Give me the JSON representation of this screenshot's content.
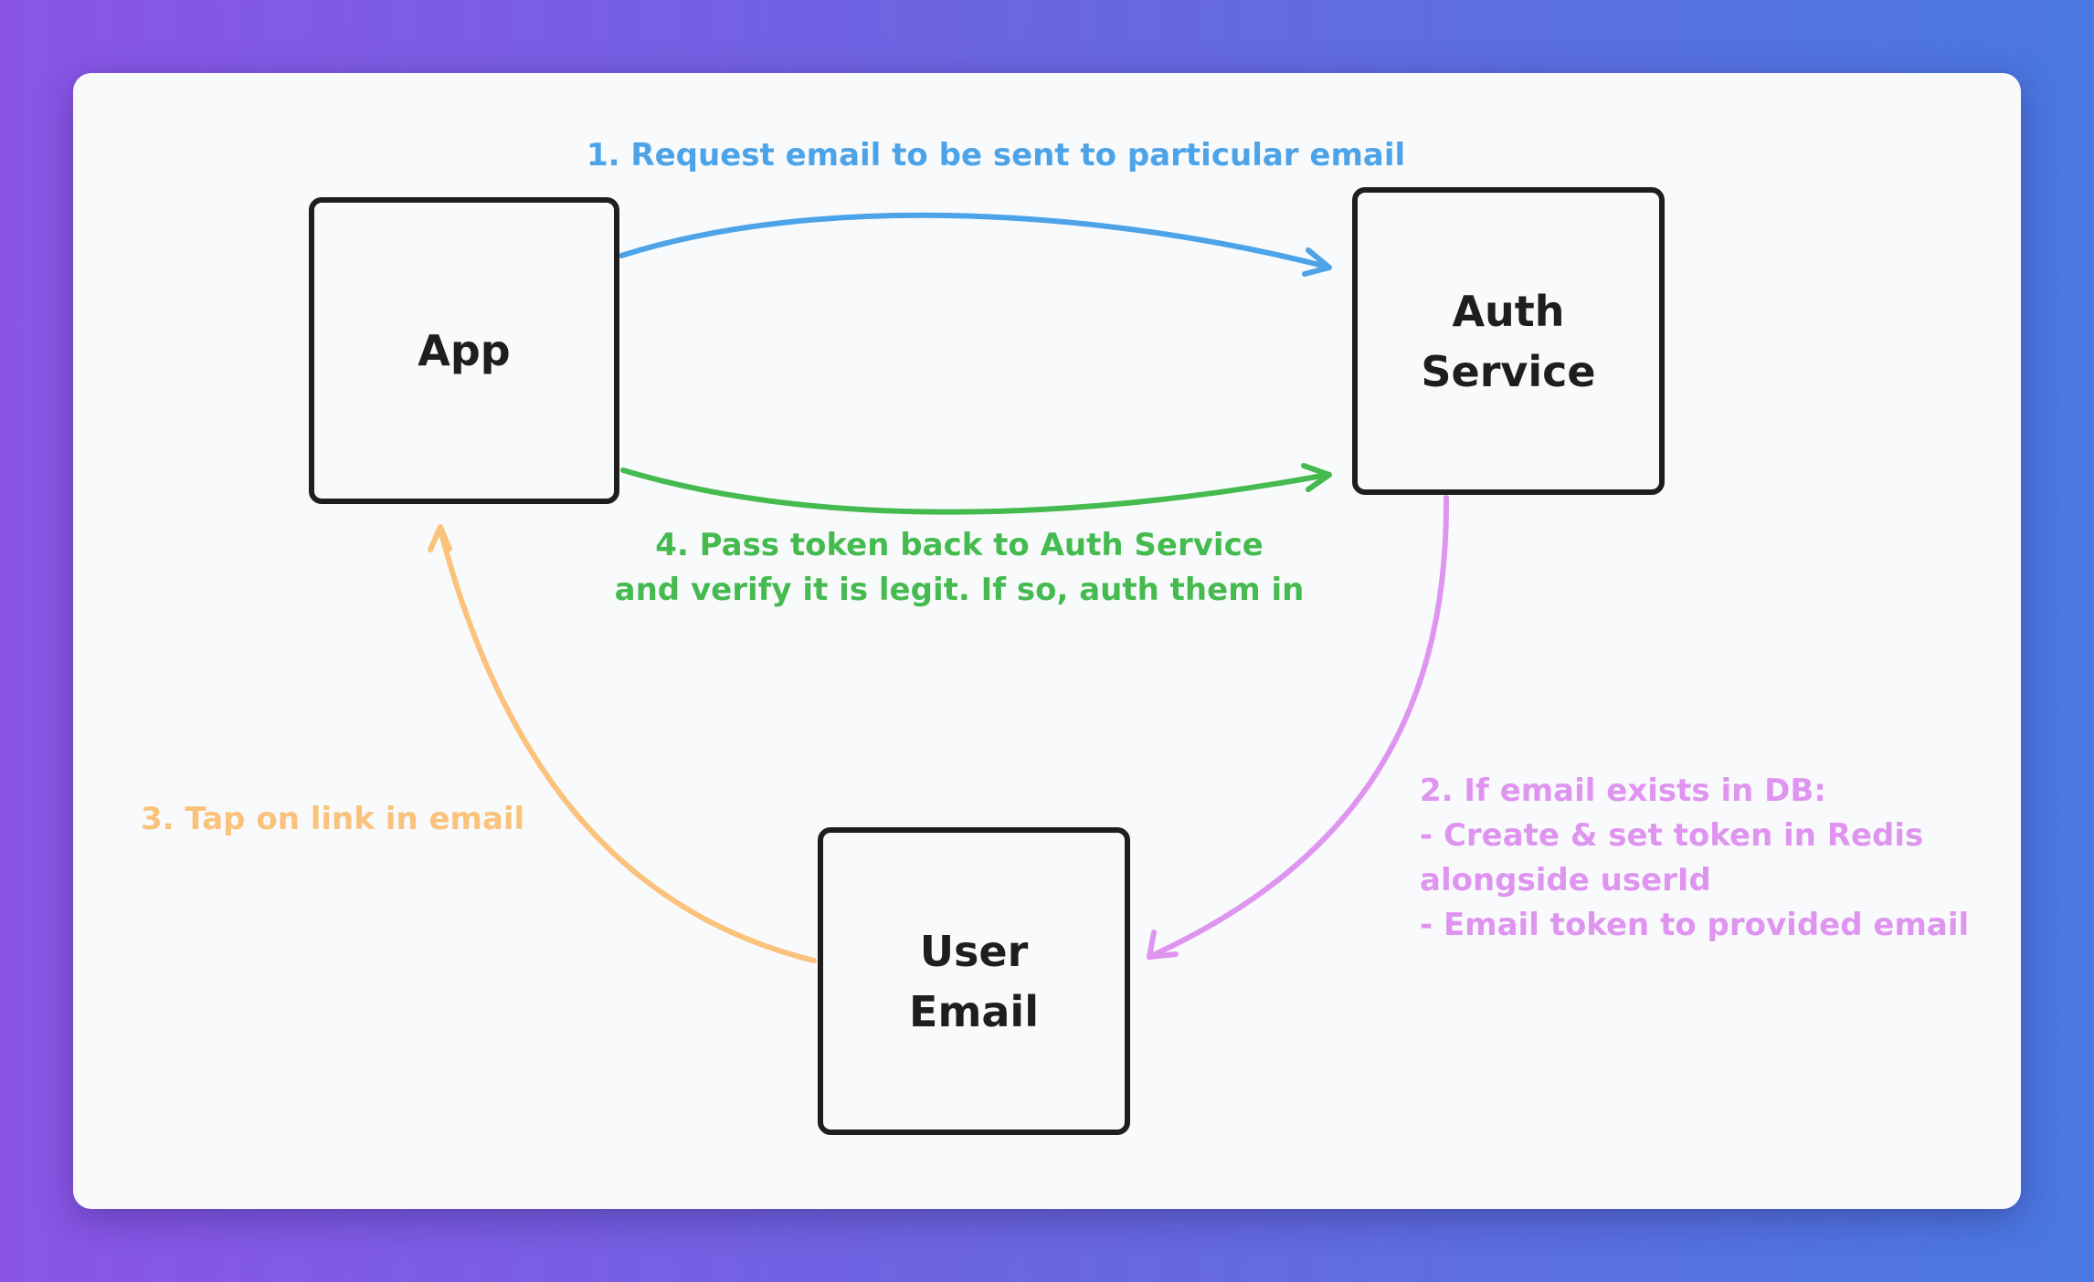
{
  "boxes": {
    "app": "App",
    "auth": "Auth\nService",
    "user_email": "User\nEmail"
  },
  "labels": {
    "step1": "1. Request email to be sent to particular email",
    "step2_lines": [
      "2. If email exists in DB:",
      "- Create & set token in Redis",
      "alongside userId",
      "- Email token to provided email"
    ],
    "step3": "3. Tap on link in email",
    "step4": "4. Pass token back to Auth Service\nand verify it is legit. If so, auth them in"
  },
  "colors": {
    "background_start": "#8a55e6",
    "background_end": "#4a78e2",
    "canvas": "#f8fafc",
    "stroke": "#1e1e1e",
    "step1": "#4da3e8",
    "step2": "#df94f0",
    "step3": "#fbc27c",
    "step4": "#45bb4f"
  }
}
